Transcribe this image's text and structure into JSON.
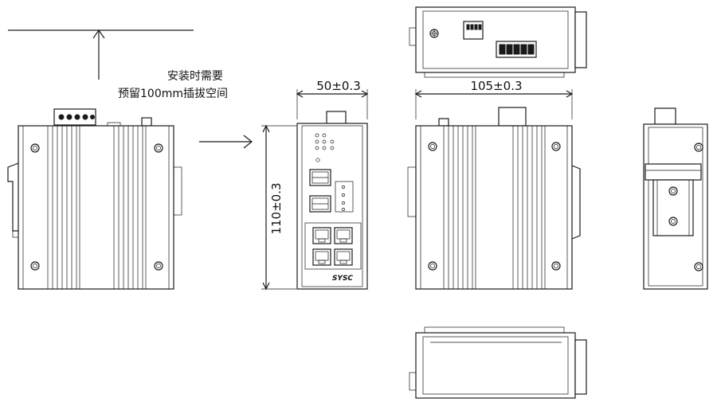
{
  "annotations": {
    "install_note_line1": "安装时需要",
    "install_note_line2": "预留100mm插拔空间"
  },
  "dimensions": {
    "front_width": "50±0.3",
    "side_width": "105±0.3",
    "height": "110±0.3"
  },
  "front_panel": {
    "brand": "SYSC"
  }
}
